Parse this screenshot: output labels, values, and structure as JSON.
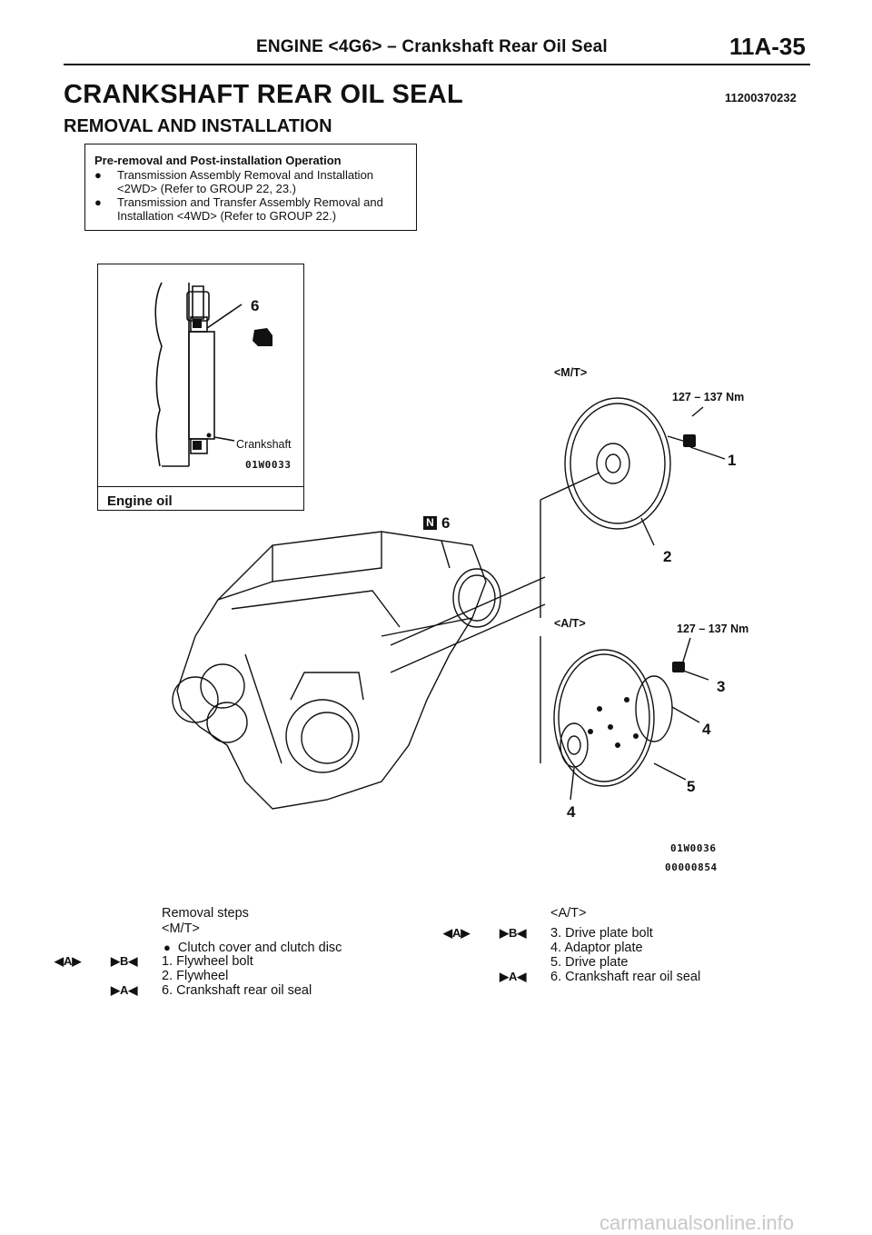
{
  "header": {
    "section": "ENGINE <4G6> – Crankshaft Rear Oil Seal",
    "page": "11A-35"
  },
  "title": "CRANKSHAFT REAR OIL SEAL",
  "doc_code": "11200370232",
  "subtitle": "REMOVAL AND INSTALLATION",
  "pre_op": {
    "title": "Pre-removal and Post-installation Operation",
    "bullet": "●",
    "items": [
      [
        "Transmission Assembly Removal and Installation",
        "<2WD> (Refer to GROUP 22, 23.)"
      ],
      [
        "Transmission and Transfer Assembly Removal and",
        "Installation <4WD> (Refer to GROUP 22.)"
      ]
    ]
  },
  "inset": {
    "callout": "6",
    "crankshaft_label": "Crankshaft",
    "code": "01W0033",
    "footer_label": "Engine oil"
  },
  "diagram": {
    "mt_label": "<M/T>",
    "at_label": "<A/T>",
    "torque_mt": "127 – 137 Nm",
    "torque_at": "127 – 137 Nm",
    "new_mark": "N",
    "callouts": {
      "c1": "1",
      "c2": "2",
      "c3": "3",
      "c4a": "4",
      "c4b": "4",
      "c5": "5",
      "c6": "6"
    },
    "code1": "01W0036",
    "code2": "00000854"
  },
  "removal": {
    "heading": "Removal steps",
    "mt_label": "<M/T>",
    "bullet_item": "Clutch cover and clutch disc",
    "steps_mt": [
      {
        "marks": [
          "◀A▶",
          "▶B◀"
        ],
        "text": "1. Flywheel bolt"
      },
      {
        "marks": [],
        "text": "2. Flywheel"
      },
      {
        "marks": [
          "▶A◀"
        ],
        "text": "6. Crankshaft rear oil seal"
      }
    ],
    "at_label": "<A/T>",
    "steps_at": [
      {
        "marks": [
          "◀A▶",
          "▶B◀"
        ],
        "text": "3. Drive plate bolt"
      },
      {
        "marks": [],
        "text": "4. Adaptor plate"
      },
      {
        "marks": [],
        "text": "5. Drive plate"
      },
      {
        "marks": [
          "▶A◀"
        ],
        "text": "6. Crankshaft rear oil seal"
      }
    ]
  },
  "footer": "carmanualsonline.info"
}
